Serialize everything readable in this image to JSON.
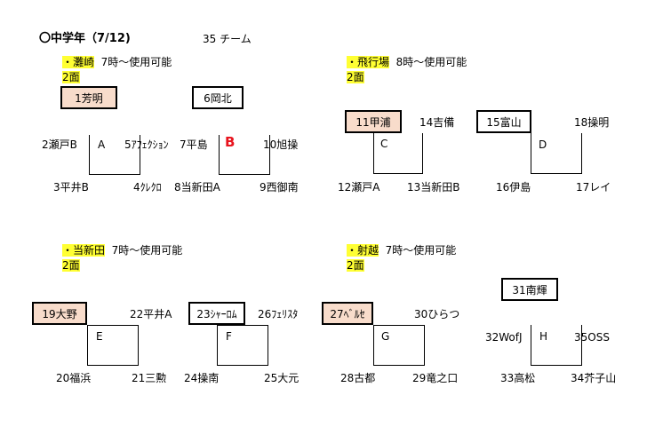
{
  "header": {
    "title": "〇中学年（7/12)",
    "team_count": "35 チーム"
  },
  "venues": {
    "nada": {
      "name": "・灘崎",
      "time": "7時～使用可能",
      "courts": "2面"
    },
    "hiko": {
      "name": "・飛行場",
      "time": "8時～使用可能",
      "courts": "2面"
    },
    "shin": {
      "name": "・当新田",
      "time": "7時～使用可能",
      "courts": "2面"
    },
    "iko": {
      "name": "・射越",
      "time": "7時～使用可能",
      "courts": "2面"
    }
  },
  "teams": {
    "t1": "1芳明",
    "t2": "2瀬戸B",
    "t3": "3平井B",
    "t4": "4ｸﾚｸﾛ",
    "t5": "5ｱﾌｪｸｼｮﾝ",
    "t6": "6岡北",
    "t7": "7平島",
    "t8": "8当新田A",
    "t9": "9西御南",
    "t10": "10旭操",
    "t11": "11甲浦",
    "t12": "12瀬戸A",
    "t13": "13当新田B",
    "t14": "14吉備",
    "t15": "15富山",
    "t16": "16伊島",
    "t17": "17レイ",
    "t18": "18操明",
    "t19": "19大野",
    "t20": "20福浜",
    "t21": "21三勲",
    "t22": "22平井A",
    "t23": "23ｼｬｰﾛﾑ",
    "t24": "24操南",
    "t25": "25大元",
    "t26": "26ﾌｪﾘｽﾀ",
    "t27": "27ﾍﾞﾙｾ",
    "t28": "28古都",
    "t29": "29竜之口",
    "t30": "30ひらつ",
    "t31": "31南輝",
    "t32": "32WofJ",
    "t33": "33高松",
    "t34": "34芥子山",
    "t35": "35OSS"
  },
  "blocks": {
    "A": "A",
    "B": "B",
    "C": "C",
    "D": "D",
    "E": "E",
    "F": "F",
    "G": "G",
    "H": "H"
  }
}
